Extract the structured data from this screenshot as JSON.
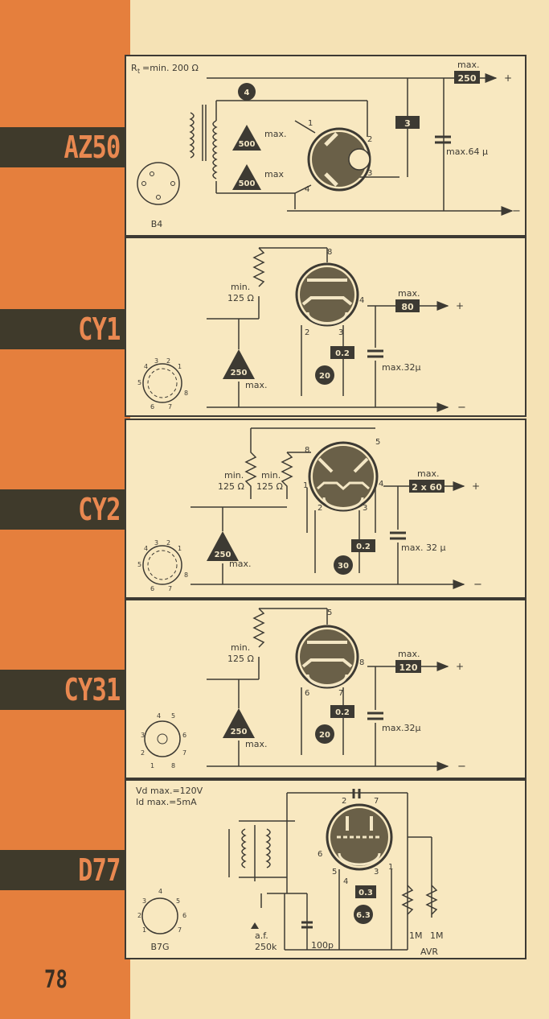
{
  "page_number": "78",
  "colors": {
    "strip": "#e57f3d",
    "tab": "#3f3a2b",
    "tab_text": "#e98850",
    "ink": "#3d3a33",
    "paper": "#f5e2b5"
  },
  "tubes": [
    {
      "name": "AZ50",
      "base": "B4",
      "labels": {
        "rt": "R",
        "rt_sub": "t",
        "rt_val": "=min. 200 Ω",
        "v_max": "max.",
        "v_val": "250",
        "c_max": "max.64 μ",
        "tri_max1": "max.",
        "tri_max2": "max",
        "tri1": "500",
        "tri2": "500",
        "circ": "4",
        "box": "3",
        "plus": "+",
        "minus": "−"
      },
      "pins": [
        "1",
        "2",
        "3",
        "4"
      ]
    },
    {
      "name": "CY1",
      "labels": {
        "min": "min.",
        "res": "125 Ω",
        "v_max": "max.",
        "v_val": "80",
        "box": "0.2",
        "circ": "20",
        "tri": "250",
        "tri_max": "max.",
        "c_max": "max.32μ",
        "plus": "+",
        "minus": "−"
      },
      "pins": [
        "8",
        "4",
        "2",
        "3"
      ],
      "socket_pins": [
        "1",
        "2",
        "3",
        "4",
        "5",
        "6",
        "7",
        "8"
      ]
    },
    {
      "name": "CY2",
      "labels": {
        "min1": "min.",
        "res1": "125 Ω",
        "min2": "min.",
        "res2": "125 Ω",
        "v_max": "max.",
        "v_val": "2 x 60",
        "box": "0.2",
        "circ": "30",
        "tri": "250",
        "tri_max": "max.",
        "c_max": "max. 32 μ",
        "plus": "+",
        "minus": "−"
      },
      "pins": [
        "8",
        "5",
        "1",
        "4",
        "2",
        "3"
      ],
      "socket_pins": [
        "1",
        "2",
        "3",
        "4",
        "5",
        "6",
        "7",
        "8"
      ]
    },
    {
      "name": "CY31",
      "labels": {
        "min": "min.",
        "res": "125 Ω",
        "v_max": "max.",
        "v_val": "120",
        "box": "0.2",
        "circ": "20",
        "tri": "250",
        "tri_max": "max.",
        "c_max": "max.32μ",
        "plus": "+",
        "minus": "−"
      },
      "pins": [
        "5",
        "8",
        "6",
        "7"
      ],
      "socket_pins": [
        "1",
        "2",
        "3",
        "4",
        "5",
        "6",
        "7",
        "8"
      ]
    },
    {
      "name": "D77",
      "base": "B7G",
      "labels": {
        "vd": "Vd max.=120V",
        "id": "Id max.=5mA",
        "box": "0.3",
        "circ": "6.3",
        "af": "a.f.",
        "r250": "250k",
        "c100": "100p",
        "r1a": "1M",
        "r1b": "1M",
        "avr": "AVR"
      },
      "pins": [
        "2",
        "7",
        "6",
        "5",
        "4",
        "3",
        "1"
      ],
      "socket_pins": [
        "1",
        "2",
        "3",
        "4",
        "5",
        "6",
        "7"
      ]
    }
  ]
}
